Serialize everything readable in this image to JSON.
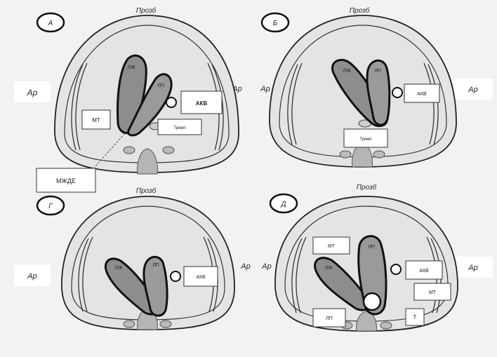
{
  "panels": [
    {
      "badge": "А",
      "top_label": "Прозб",
      "left_side": "Ар",
      "right_side": "Ар",
      "chamber_1": "ЛЖ",
      "chamber_2": "ЛП",
      "box_left": "МТ",
      "box_right": "АКВ",
      "box_bottom": "Тремп",
      "box_callout": "МЖДЕ"
    },
    {
      "badge": "Б",
      "top_label": "Прозб",
      "left_side": "Ар",
      "right_side": "Ар",
      "chamber_1": "ЛЖ",
      "chamber_2": "ЛП",
      "box_right": "АКВ",
      "box_bottom": "Тремп"
    },
    {
      "badge": "Г",
      "top_label": "Прозб",
      "left_side": "Ар",
      "right_side": "Ар",
      "chamber_1": "ЛЖ",
      "chamber_2": "ЛП",
      "box_right": "АКВ"
    },
    {
      "badge": "Д",
      "top_label": "Прозб",
      "left_side": "Ар",
      "right_side": "Ар",
      "chamber_1": "ЛЖ",
      "chamber_2": "ЛП",
      "box_top_left": "МТ",
      "box_right_1": "АКВ",
      "box_right_2": "МТ",
      "box_bottom_left": "ЛП",
      "box_small": "Т"
    }
  ]
}
